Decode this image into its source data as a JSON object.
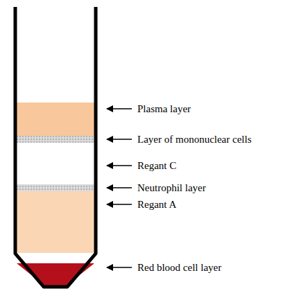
{
  "diagram": {
    "labels": [
      "Plasma layer",
      "Layer of mononuclear cells",
      "Regant C",
      "Neutrophil layer",
      "Regant A",
      "Red blood cell layer"
    ]
  }
}
